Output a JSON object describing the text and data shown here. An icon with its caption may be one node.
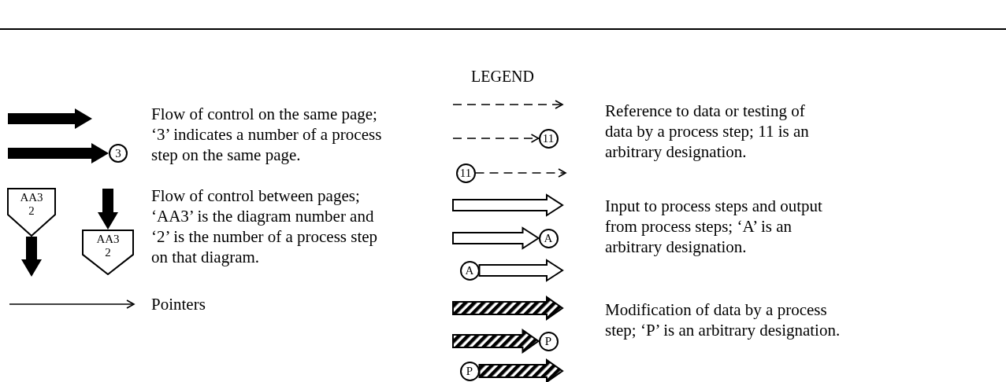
{
  "diagram": {
    "title": "LEGEND",
    "nodes": [
      {
        "text": [
          "3"
        ]
      },
      {
        "text": [
          "AA3",
          "2"
        ]
      },
      {
        "text": [
          "AA3",
          "2"
        ]
      },
      {
        "text": [
          "11"
        ]
      },
      {
        "text": [
          "11"
        ]
      },
      {
        "text": [
          "A"
        ]
      },
      {
        "text": [
          "A"
        ]
      },
      {
        "text": [
          "P"
        ]
      },
      {
        "text": [
          "P"
        ]
      }
    ],
    "edges": [
      {
        "from": null,
        "to": 0,
        "arrow": "to",
        "style": "thick"
      },
      {
        "from": 1,
        "to": null,
        "arrow": "to",
        "style": "thick"
      },
      {
        "from": null,
        "to": 2,
        "arrow": "to",
        "style": "thick"
      },
      {
        "from": null,
        "to": 3,
        "arrow": "to",
        "style": "dashed"
      },
      {
        "from": 4,
        "to": null,
        "arrow": "to",
        "style": "dashed"
      },
      {
        "from": null,
        "to": 5,
        "arrow": "to",
        "style": "thick"
      },
      {
        "from": 6,
        "to": null,
        "arrow": "to",
        "style": "thick"
      },
      {
        "from": null,
        "to": 7,
        "arrow": "to",
        "style": "thick"
      },
      {
        "from": 8,
        "to": null,
        "arrow": "to",
        "style": "thick"
      }
    ],
    "legend": [
      {
        "text": "Flow of control on the same page; ‘3’ indicates a number of a process step on the same page."
      },
      {
        "text": "Flow of control between pages; ‘AA3’ is the diagram number and ‘2’ is the number of a process step on that diagram."
      },
      {
        "text": "Pointers"
      },
      {
        "text": "Reference to data or testing of data by a process step; 11 is an arbitrary designation."
      },
      {
        "text": "Input to process steps and output from process steps; ‘A’ is an arbitrary designation."
      },
      {
        "text": "Modification of data by a process step; ‘P’ is an arbitrary designation."
      }
    ]
  }
}
